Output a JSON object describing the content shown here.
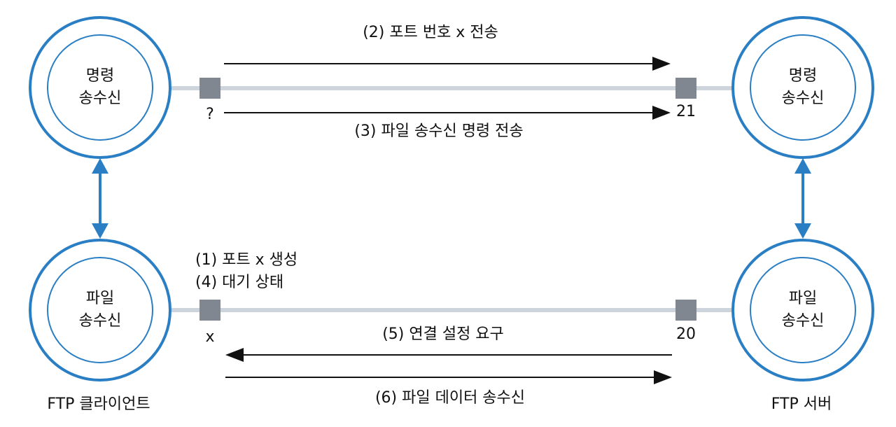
{
  "nodes": {
    "client_command": {
      "line1": "명령",
      "line2": "송수신"
    },
    "client_file": {
      "line1": "파일",
      "line2": "송수신"
    },
    "server_command": {
      "line1": "명령",
      "line2": "송수신"
    },
    "server_file": {
      "line1": "파일",
      "line2": "송수신"
    }
  },
  "ports": {
    "client_command": "?",
    "client_data": "x",
    "server_command": "21",
    "server_data": "20"
  },
  "steps": {
    "step1": "(1) 포트 x 생성",
    "step2": "(2) 포트 번호 x 전송",
    "step3": "(3) 파일 송수신 명령 전송",
    "step4": "(4) 대기 상태",
    "step5": "(5) 연결 설정 요구",
    "step6": "(6) 파일 데이터 송수신"
  },
  "captions": {
    "client": "FTP 클라이언트",
    "server": "FTP 서버"
  },
  "colors": {
    "circle": "#2a7ec4",
    "link_line": "#cdd4dc",
    "port_box": "#808790",
    "arrow": "#111111"
  }
}
